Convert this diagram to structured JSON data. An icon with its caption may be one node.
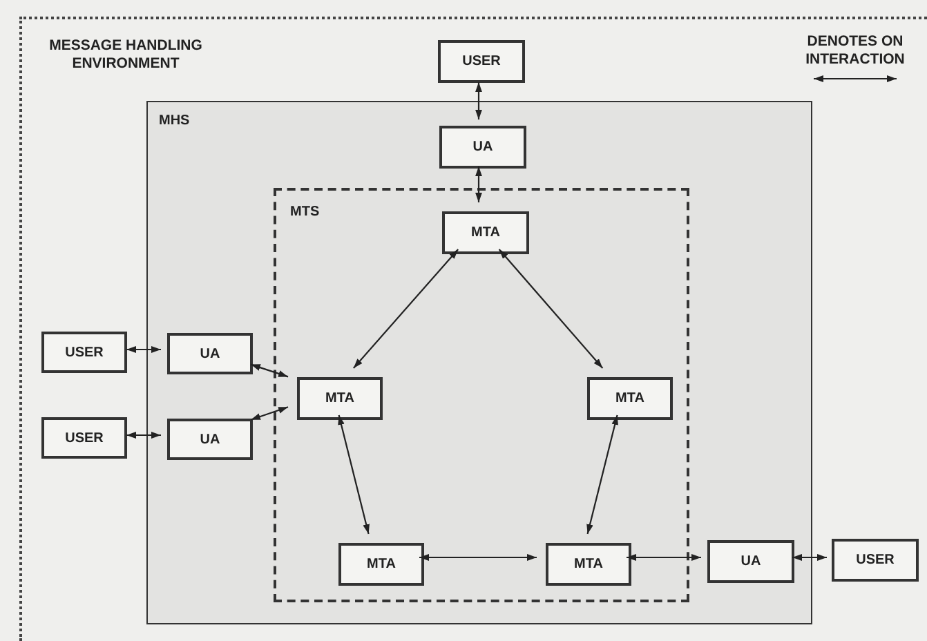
{
  "diagram": {
    "nodes": [
      {
        "text": [
          "MESSAGE HANDLING ENVIRONMENT"
        ]
      },
      {
        "text": [
          "USER"
        ],
        "in": 0
      },
      {
        "text": [
          "MHS"
        ],
        "in": 0
      },
      {
        "text": [
          "UA"
        ],
        "in": 2
      },
      {
        "text": [
          "MTS"
        ],
        "in": 2
      },
      {
        "text": [
          "MTA"
        ],
        "in": 4
      },
      {
        "text": [
          "USER"
        ],
        "in": 0
      },
      {
        "text": [
          "UA"
        ],
        "in": 2
      },
      {
        "text": [
          "MTA"
        ],
        "in": 4
      },
      {
        "text": [
          "MTA"
        ],
        "in": 4
      },
      {
        "text": [
          "USER"
        ],
        "in": 0
      },
      {
        "text": [
          "UA"
        ],
        "in": 2
      },
      {
        "text": [
          "MTA"
        ],
        "in": 4
      },
      {
        "text": [
          "MTA"
        ],
        "in": 4
      },
      {
        "text": [
          "UA"
        ],
        "in": 2
      },
      {
        "text": [
          "USER"
        ],
        "in": 0
      }
    ],
    "edges": [
      {
        "from": 1,
        "to": 3,
        "arrow": "both"
      },
      {
        "from": 3,
        "to": 5,
        "arrow": "both"
      },
      {
        "from": 5,
        "to": 8,
        "arrow": "both"
      },
      {
        "from": 5,
        "to": 9,
        "arrow": "both"
      },
      {
        "from": 6,
        "to": 7,
        "arrow": "both"
      },
      {
        "from": 7,
        "to": 8,
        "arrow": "both"
      },
      {
        "from": 10,
        "to": 11,
        "arrow": "both"
      },
      {
        "from": 11,
        "to": 8,
        "arrow": "both"
      },
      {
        "from": 8,
        "to": 12,
        "arrow": "both"
      },
      {
        "from": 9,
        "to": 13,
        "arrow": "both"
      },
      {
        "from": 12,
        "to": 13,
        "arrow": "both"
      },
      {
        "from": 13,
        "to": 14,
        "arrow": "both"
      },
      {
        "from": 14,
        "to": 15,
        "arrow": "both"
      }
    ],
    "legend": [
      {
        "text": "DENOTES ON INTERACTION"
      }
    ]
  }
}
